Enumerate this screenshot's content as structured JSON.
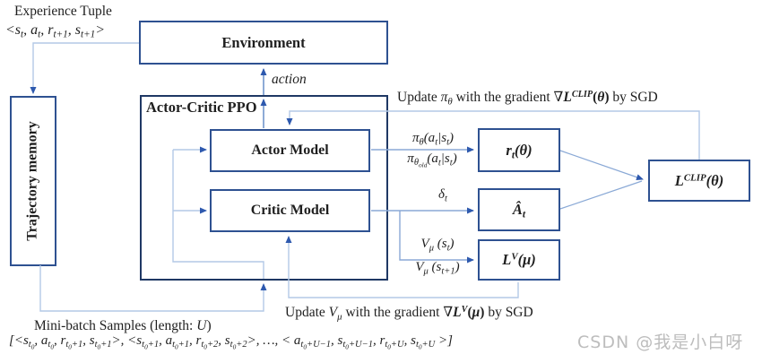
{
  "diagram": {
    "experience": {
      "title": "Experience Tuple",
      "tuple": "~{<s_{t}, a_{t}, r_{t+1}, s_{t+1}>}"
    },
    "boxes": {
      "environment": "Environment",
      "trajectory_memory": "Trajectory memory",
      "ppo_container": "Actor-Critic PPO",
      "actor": "Actor Model",
      "critic": "Critic Model",
      "ratio": "#{~{r_{t}(θ)}}",
      "advantage": "#{~{Â_{t}}}",
      "value_loss": "#{~{L^{V}(μ)}}",
      "clip_loss": "#{~{L^{CLIP}(θ)}}"
    },
    "edge_labels": {
      "action": "~{action}",
      "pi_new": "~{π_{θ}(a_{t}|s_{t})}",
      "pi_old": "~{π_{θ_{old}}(a_{t}|s_{t})}",
      "delta": "~{δ_{t}}",
      "v_st": "~{V_{μ} (s_{t})}",
      "v_st1": "~{V_{μ} (s_{t+1})}",
      "update_actor": "Update ~{π_{θ}} with the gradient ∇#{~{L^{CLIP}}(~{θ})} by SGD",
      "update_critic": "Update ~{V_{μ}} with the gradient ∇#{~{L^{V}}(~{μ})} by SGD"
    },
    "minibatch": {
      "title": "Mini-batch Samples (length: ~{U})",
      "formula": "~{[<s_{t_{0}}, a_{t_{0}}, r_{t_{0}+1}, s_{t_{0}+1}>, <s_{t_{0}+1}, a_{t_{0}+1}, r_{t_{0}+2}, s_{t_{0}+2}>, …, < a_{t_{0}+U−1}, s_{t_{0}+U−1}, r_{t_{0}+U}, s_{t_{0}+U} >]}"
    },
    "watermark": "CSDN @我是小白呀",
    "colors": {
      "box_border": "#2e5191",
      "container_border": "#1f3864",
      "line_light": "#b3c9e6",
      "line_medium": "#8aa9d6",
      "line_strong": "#5d87c5",
      "arrowhead": "#2e59ae",
      "text": "#1f1f1f",
      "watermark": "#bdbdbd"
    }
  }
}
